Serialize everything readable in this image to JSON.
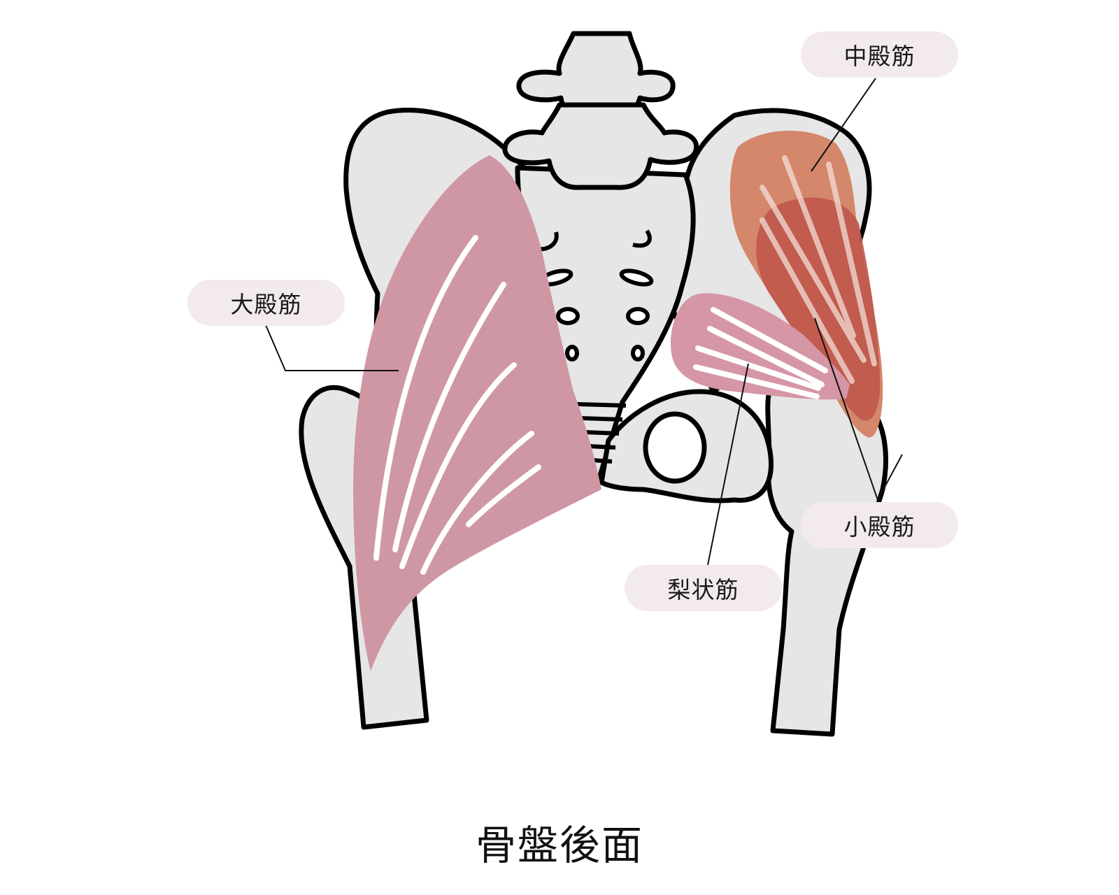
{
  "title": "骨盤後面",
  "labels": {
    "gluteus_medius": "中殿筋",
    "gluteus_maximus": "大殿筋",
    "gluteus_minimus": "小殿筋",
    "piriformis": "梨状筋"
  },
  "colors": {
    "bone_fill": "#e6e6e6",
    "outline": "#000000",
    "gluteus_maximus": "#cf97a4",
    "piriformis": "#d596a6",
    "gluteus_medius": "#d4876a",
    "gluteus_minimus": "#c0584c",
    "label_pill": "#f3ebeb",
    "fiber": "#ffffff"
  }
}
